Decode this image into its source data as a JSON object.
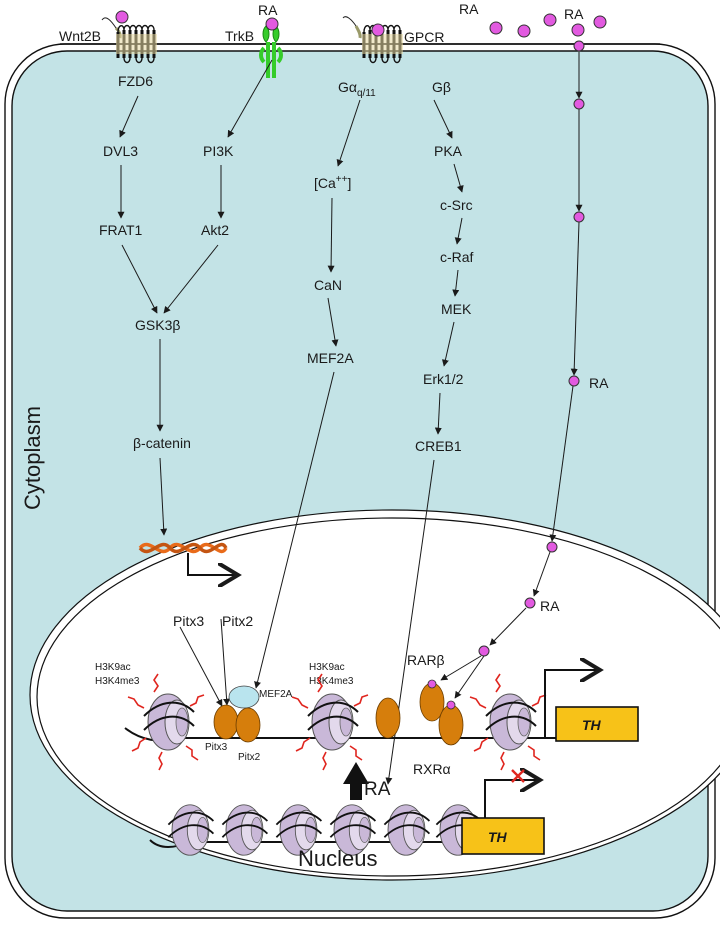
{
  "receptors": {
    "wnt_ligand": "Wnt2B",
    "trkb": "TrkB",
    "ra_trkb": "RA",
    "gpcr": "GPCR",
    "ra_top1": "RA",
    "ra_top2": "RA"
  },
  "wnt_path": [
    "FZD6",
    "DVL3",
    "FRAT1",
    "GSK3β",
    "β-catenin"
  ],
  "pi3k_path": [
    "PI3K",
    "Akt2"
  ],
  "gq_path": {
    "galpha": "Gα",
    "galpha_sub": "q/11",
    "ca": "[Ca",
    "ca_sup": "++",
    "ca_close": "]",
    "can": "CaN",
    "mef2a": "MEF2A"
  },
  "gb_path": [
    "Gβ",
    "PKA",
    "c-Src",
    "c-Raf",
    "MEK",
    "Erk1/2",
    "CREB1"
  ],
  "ra_path": {
    "ra_mid": "RA",
    "ra_nuc": "RA"
  },
  "nucleus": {
    "title": "Nucleus",
    "cytoplasm": "Cytoplasm",
    "pitx3": "Pitx3",
    "pitx2": "Pitx2",
    "mef2a_small": "MEF2A",
    "pitx3_small": "Pitx3",
    "pitx2_small": "Pitx2",
    "h3k9ac_1": "H3K9ac",
    "h3k4me3_1": "H3K4me3",
    "h3k9ac_2": "H3K9ac",
    "h3k4me3_2": "H3K4me3",
    "rarb": "RARβ",
    "rxra": "RXRα",
    "th_active": "TH",
    "th_inactive": "TH",
    "ra_induce": "RA"
  },
  "colors": {
    "cytoplasm": "#c3e3e6",
    "ra_dot": "#e25ae0",
    "tf_orange": "#d67e0c",
    "th_box": "#f7c218",
    "nucleosome": "#c9b8d8",
    "histone_tail": "#e0261f",
    "dna_helix": "#e96b1a",
    "trkb_green": "#35cc2a",
    "mef2a_fill": "#b9e4ee"
  }
}
